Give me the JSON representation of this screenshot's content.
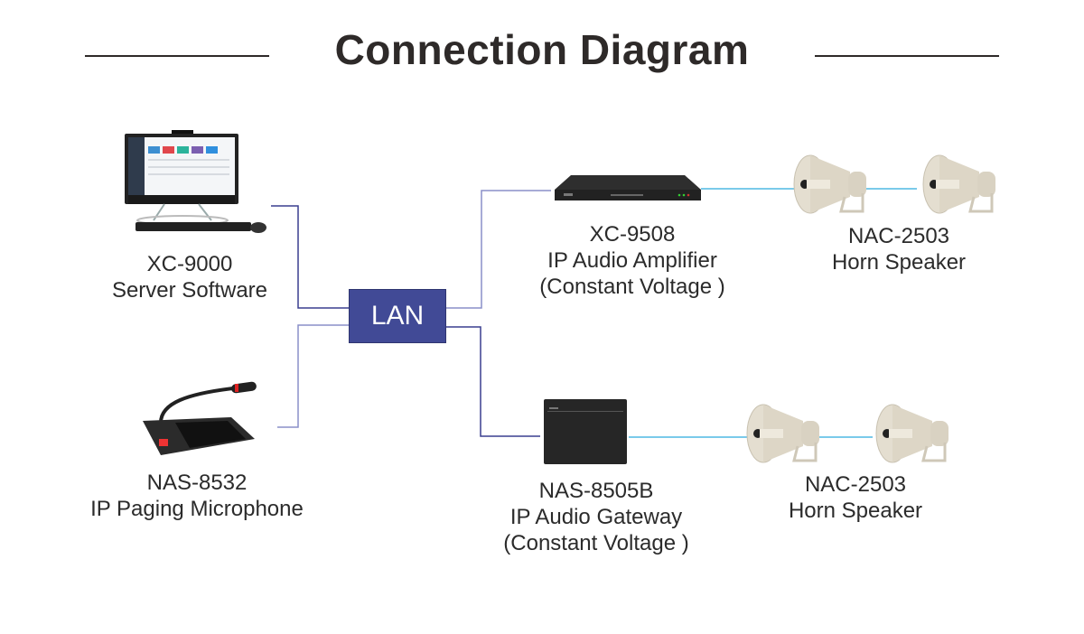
{
  "title": "Connection Diagram",
  "hub": {
    "label": "LAN",
    "color": "#414a96"
  },
  "devices": {
    "server": {
      "model": "XC-9000",
      "desc": "Server Software",
      "icon": "desktop-computer-icon"
    },
    "microphone": {
      "model": "NAS-8532",
      "desc": "IP Paging Microphone",
      "icon": "paging-microphone-icon"
    },
    "amplifier": {
      "model": "XC-9508",
      "desc": "IP Audio Amplifier",
      "note": "(Constant Voltage )",
      "icon": "rack-amplifier-icon"
    },
    "gateway": {
      "model": "NAS-8505B",
      "desc": "IP Audio Gateway",
      "note": "(Constant Voltage )",
      "icon": "audio-gateway-icon"
    },
    "speaker_top": {
      "model": "NAC-2503",
      "desc": "Horn Speaker",
      "icon": "horn-speaker-icon"
    },
    "speaker_bottom": {
      "model": "NAC-2503",
      "desc": "Horn Speaker",
      "icon": "horn-speaker-icon"
    }
  },
  "colors": {
    "network_wire": "#3a3f8f",
    "audio_wire": "#4fb8e3",
    "title": "#2e2a29"
  }
}
